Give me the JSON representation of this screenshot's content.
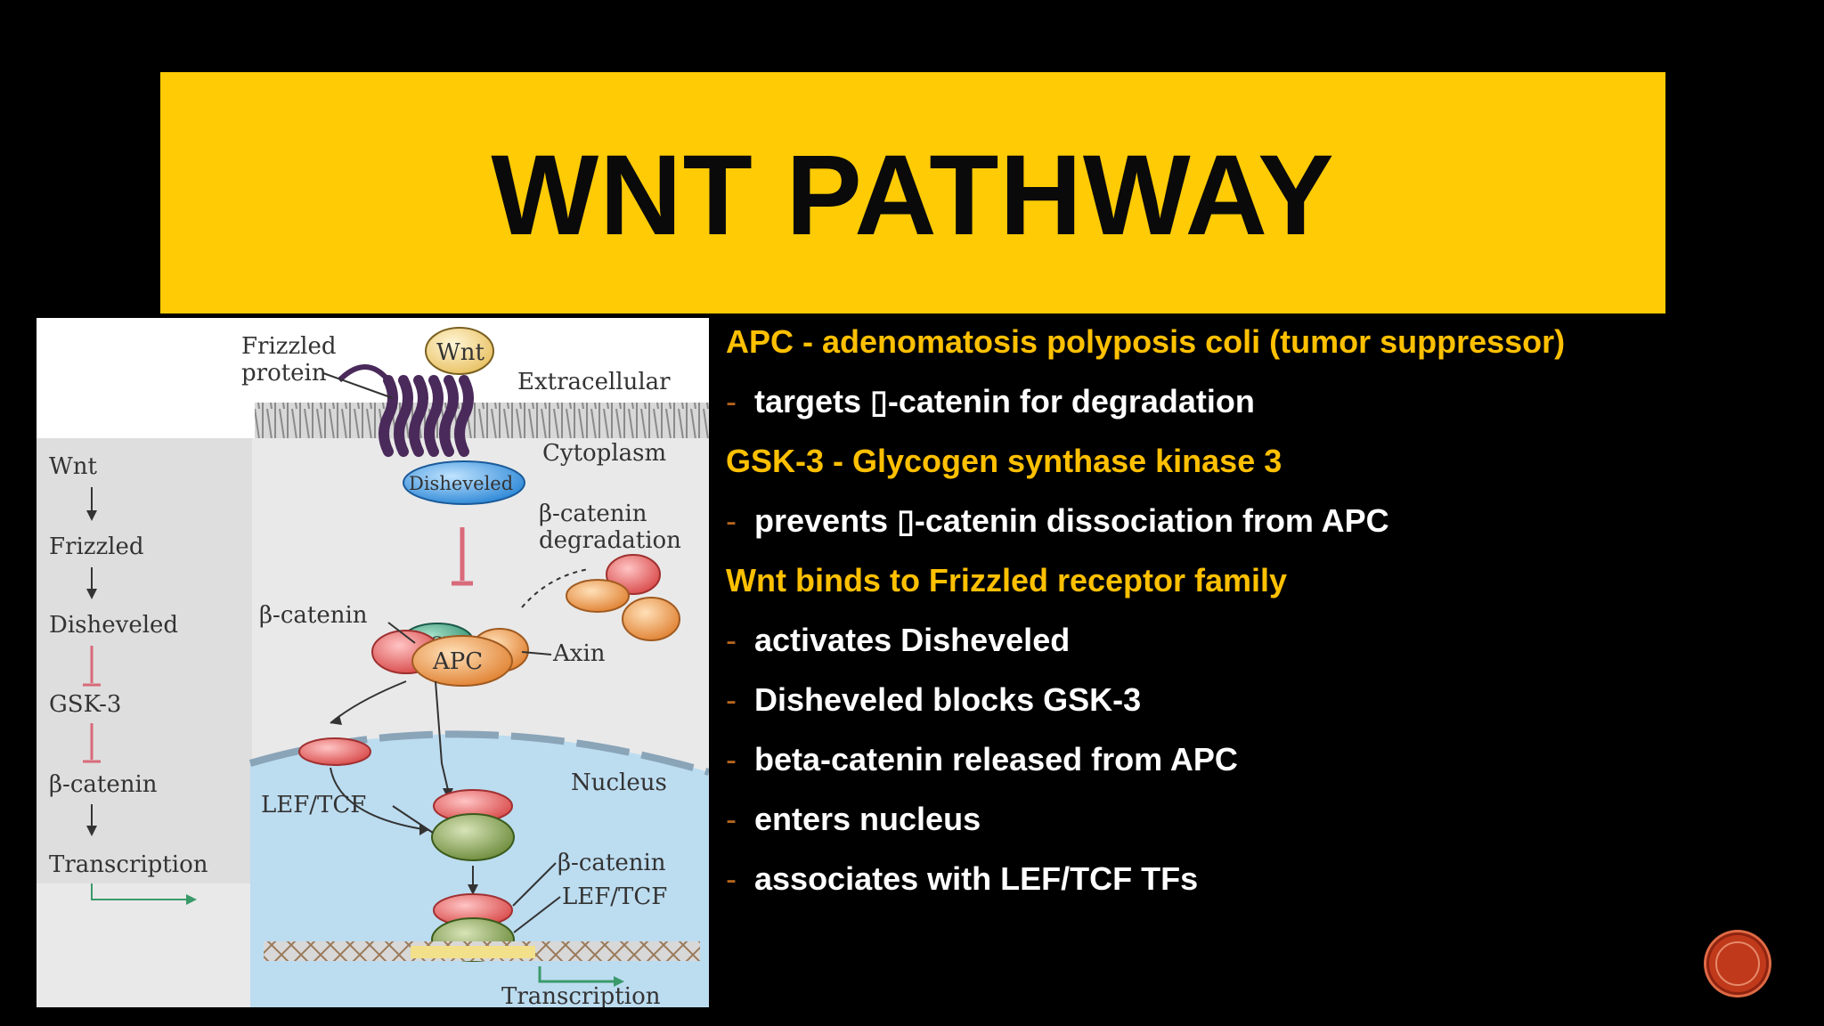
{
  "slide": {
    "title": "WNT PATHWAY",
    "colors": {
      "banner": "#ffcb05",
      "heading": "#ffc000",
      "text": "#ffffff",
      "background": "#000000",
      "bullet_dash": "#b5651d"
    }
  },
  "bullets": [
    {
      "kind": "heading",
      "text": "APC - adenomatosis polyposis coli  (tumor suppressor)"
    },
    {
      "kind": "sub",
      "dash": "-",
      "text": "targets ▯-catenin for degradation"
    },
    {
      "kind": "heading",
      "text": "GSK-3 - Glycogen synthase kinase 3"
    },
    {
      "kind": "sub",
      "dash": "-",
      "text": "prevents ▯-catenin dissociation from APC"
    },
    {
      "kind": "heading",
      "text": "Wnt binds to Frizzled receptor family"
    },
    {
      "kind": "sub",
      "dash": "-",
      "text": "activates Disheveled"
    },
    {
      "kind": "sub",
      "dash": "-",
      "text": "Disheveled blocks GSK-3"
    },
    {
      "kind": "sub",
      "dash": "-",
      "text": "beta-catenin released from APC"
    },
    {
      "kind": "sub",
      "dash": "-",
      "text": "enters nucleus"
    },
    {
      "kind": "sub",
      "dash": "-",
      "text": "associates with LEF/TCF TFs"
    }
  ],
  "figure": {
    "labels": {
      "frizzled_protein_1": "Frizzled",
      "frizzled_protein_2": "protein",
      "wnt": "Wnt",
      "extracellular": "Extracellular",
      "cytoplasm": "Cytoplasm",
      "disheveled": "Disheveled",
      "bcatenin_degradation_1": "β-catenin",
      "bcatenin_degradation_2": "degradation",
      "bcatenin": "β-catenin",
      "gsk": "GSK-3",
      "apc": "APC",
      "axin": "Axin",
      "nucleus": "Nucleus",
      "lef_tcf": "LEF/TCF",
      "bcatenin_lower": "β-catenin",
      "lef_tcf_lower": "LEF/TCF",
      "transcription_bottom": "Transcription"
    },
    "legend_steps": [
      "Wnt",
      "Frizzled",
      "Disheveled",
      "GSK-3",
      "β-catenin",
      "Transcription"
    ]
  }
}
